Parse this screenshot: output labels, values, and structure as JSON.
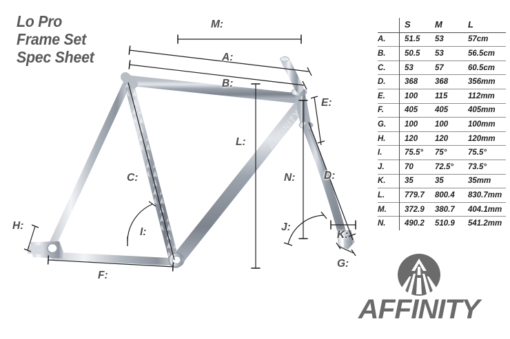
{
  "title": {
    "line1": "Lo Pro",
    "line2": "Frame Set",
    "line3": "Spec Sheet"
  },
  "colors": {
    "text_dark": "#1d1d1d",
    "title_gray": "#595959",
    "label_gray": "#4d4d4d",
    "logo_gray": "#6b6b6b",
    "frame_gray": "#8f96a0",
    "frame_light": "#c8cdd4",
    "background": "#ffffff",
    "rule_gray": "#8c8c8c"
  },
  "spec_table": {
    "key_header": "",
    "columns": [
      "S",
      "M",
      "L"
    ],
    "rows": [
      {
        "key": "A.",
        "s": "51.5",
        "m": "53",
        "l": "57cm"
      },
      {
        "key": "B.",
        "s": "50.5",
        "m": "53",
        "l": "56.5cm"
      },
      {
        "key": "C.",
        "s": "53",
        "m": "57",
        "l": "60.5cm"
      },
      {
        "key": "D.",
        "s": "368",
        "m": "368",
        "l": "356mm"
      },
      {
        "key": "E.",
        "s": "100",
        "m": "115",
        "l": "112mm"
      },
      {
        "key": "F.",
        "s": "405",
        "m": "405",
        "l": "405mm"
      },
      {
        "key": "G.",
        "s": "100",
        "m": "100",
        "l": "100mm"
      },
      {
        "key": "H.",
        "s": "120",
        "m": "120",
        "l": "120mm"
      },
      {
        "key": "I.",
        "s": "75.5°",
        "m": "75°",
        "l": "75.5°"
      },
      {
        "key": "J.",
        "s": "70",
        "m": "72.5°",
        "l": "73.5°"
      },
      {
        "key": "K.",
        "s": "35",
        "m": "35",
        "l": "35mm"
      },
      {
        "key": "L.",
        "s": "779.7",
        "m": "800.4",
        "l": "830.7mm"
      },
      {
        "key": "M.",
        "s": "372.9",
        "m": "380.7",
        "l": "404.1mm"
      },
      {
        "key": "N.",
        "s": "490.2",
        "m": "510.9",
        "l": "541.2mm"
      }
    ]
  },
  "dimension_labels": {
    "m": "M:",
    "a": "A:",
    "b": "B:",
    "c": "C:",
    "d": "D:",
    "e": "E:",
    "f": "F:",
    "g": "G:",
    "h": "H:",
    "i": "I:",
    "j": "J:",
    "k": "K:",
    "l": "L:",
    "n": "N:"
  },
  "frame": {
    "downtube_text": "AFFINITY"
  },
  "logo": {
    "wordmark": "AFFINITY",
    "mark_name": "affinity-road-circle-mark"
  }
}
